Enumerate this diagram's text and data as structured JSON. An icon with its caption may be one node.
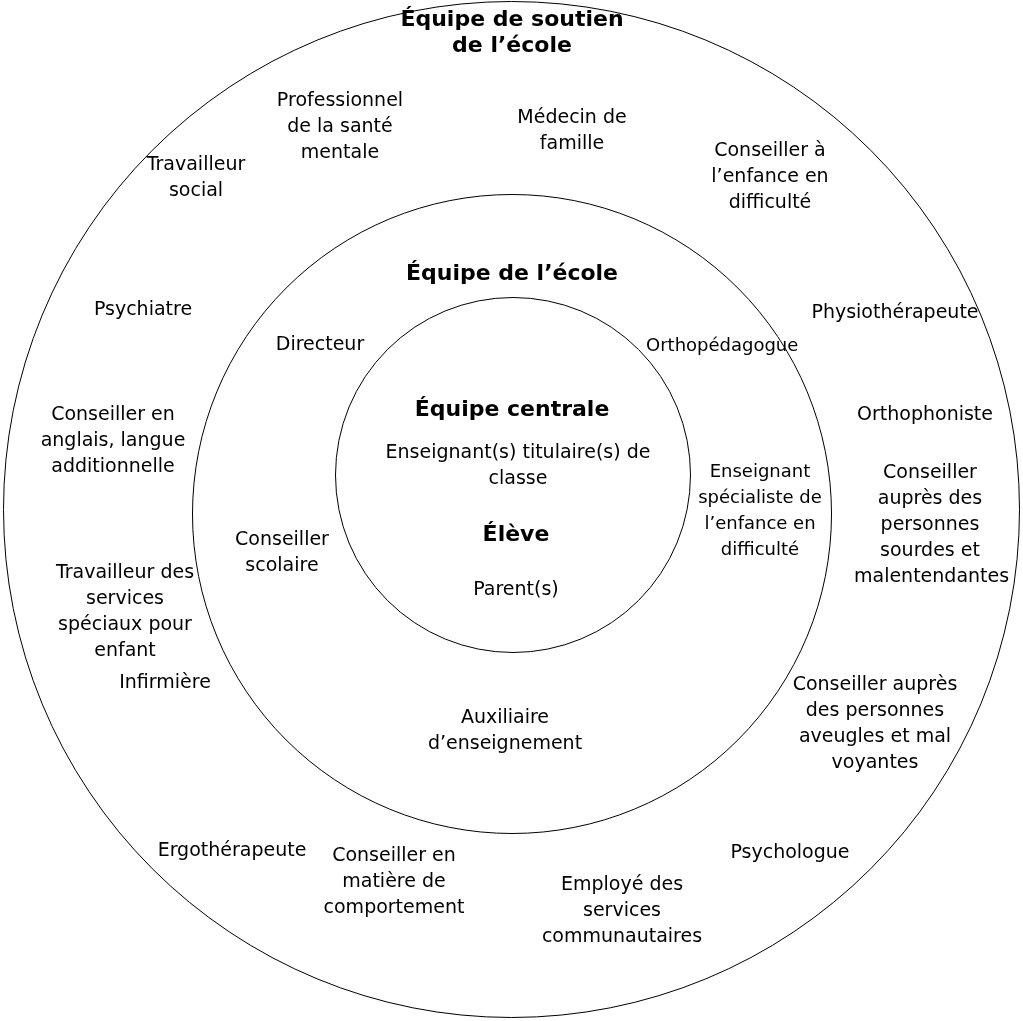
{
  "diagram": {
    "nodes": [
      {
        "text": [
          "Équipe de soutien de l’école",
          "Professionnel de la santé mentale",
          "Médecin de famille",
          "Travailleur social",
          "Conseiller à l’enfance en difficulté",
          "Psychiatre",
          "Physiothérapeute",
          "Conseiller en anglais, langue additionnelle",
          "Orthophoniste",
          "Conseiller auprès des personnes sourdes et malentendantes",
          "Travailleur des services spéciaux pour enfant",
          "Infirmière",
          "Conseiller auprès des personnes aveugles et mal voyantes",
          "Ergothérapeute",
          "Psychologue",
          "Conseiller en matière de comportement",
          "Employé des services communautaires"
        ]
      },
      {
        "text": [
          "Équipe de l’école",
          "Directeur",
          "Orthopédagogue",
          "Enseignant spécialiste de l’enfance en difficulté",
          "Conseiller scolaire",
          "Auxiliaire d’enseignement"
        ],
        "in": 0
      },
      {
        "text": [
          "Équipe centrale",
          "Enseignant(s) titulaire(s) de classe",
          "Élève",
          "Parent(s)"
        ],
        "in": 1
      }
    ]
  }
}
